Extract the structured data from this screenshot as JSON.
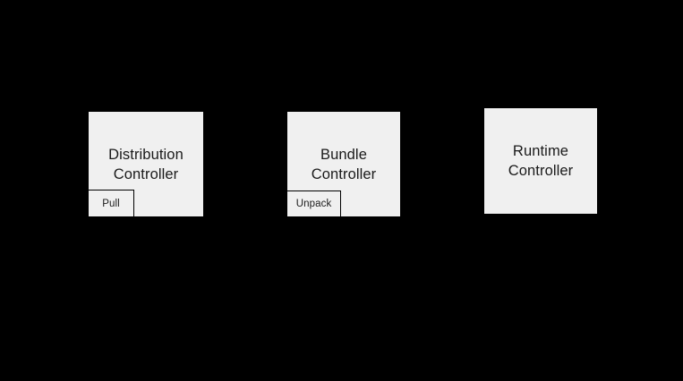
{
  "diagram": {
    "background_color": "#000000",
    "node_fill_color": "#f0f0f0",
    "node_border_color": "#000000",
    "text_color": "#1a1a1a",
    "nodes": [
      {
        "id": "distribution-controller",
        "label": "Distribution\nController",
        "line1": "Distribution",
        "line2": "Controller",
        "sub": {
          "id": "pull",
          "label": "Pull"
        }
      },
      {
        "id": "bundle-controller",
        "label": "Bundle\nController",
        "line1": "Bundle",
        "line2": "Controller",
        "sub": {
          "id": "unpack",
          "label": "Unpack"
        }
      },
      {
        "id": "runtime-controller",
        "label": "Runtime\nController",
        "line1": "Runtime",
        "line2": "Controller",
        "sub": null
      }
    ]
  }
}
